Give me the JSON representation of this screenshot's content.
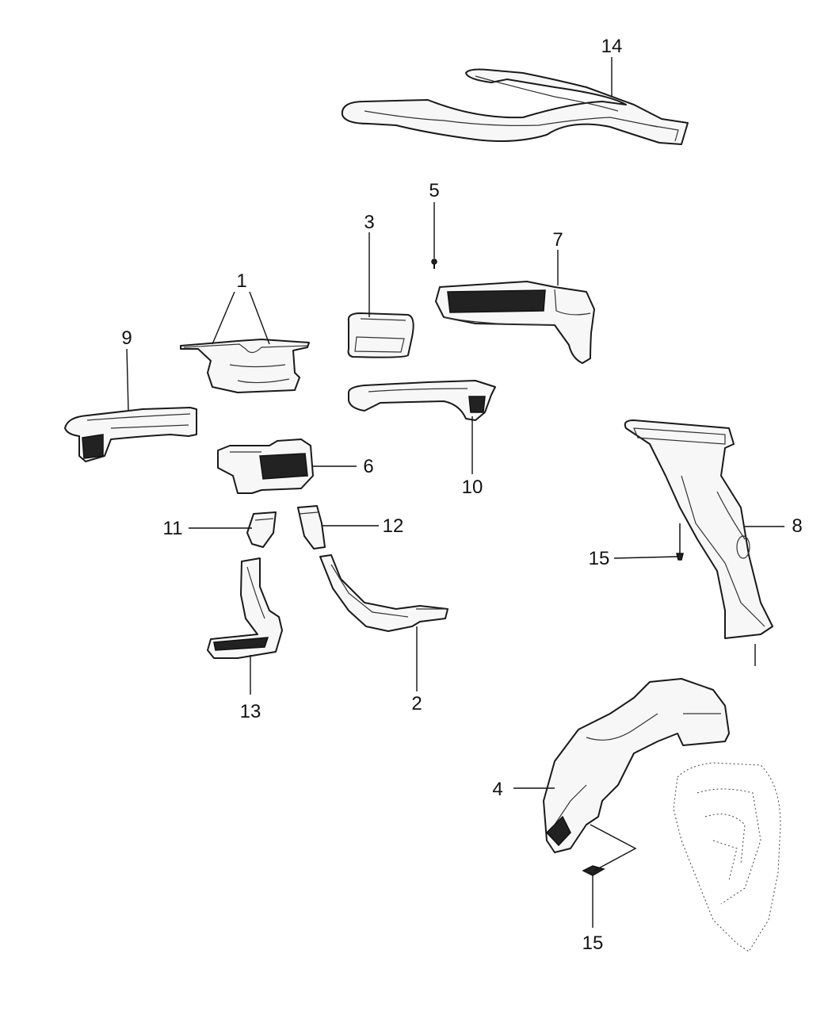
{
  "callouts": [
    {
      "id": "c1",
      "label": "1"
    },
    {
      "id": "c2",
      "label": "2"
    },
    {
      "id": "c3",
      "label": "3"
    },
    {
      "id": "c4",
      "label": "4"
    },
    {
      "id": "c5",
      "label": "5"
    },
    {
      "id": "c6",
      "label": "6"
    },
    {
      "id": "c7",
      "label": "7"
    },
    {
      "id": "c8",
      "label": "8"
    },
    {
      "id": "c9",
      "label": "9"
    },
    {
      "id": "c10",
      "label": "10"
    },
    {
      "id": "c11",
      "label": "11"
    },
    {
      "id": "c12",
      "label": "12"
    },
    {
      "id": "c13",
      "label": "13"
    },
    {
      "id": "c14",
      "label": "14"
    },
    {
      "id": "c15a",
      "label": "15"
    },
    {
      "id": "c15b",
      "label": "15"
    }
  ]
}
